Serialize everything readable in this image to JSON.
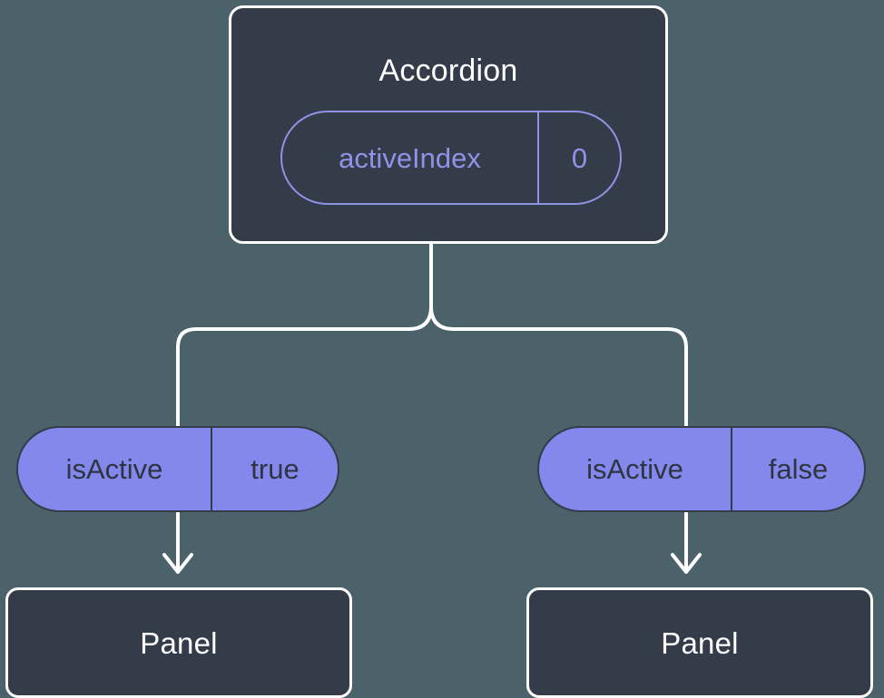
{
  "diagram": {
    "type": "component-state-tree",
    "background_color": "#4b626b",
    "node_fill_color": "#343b49",
    "node_stroke_color": "#ffffff",
    "pill_fill_color": "#8488ed",
    "pill_outline_color": "#8f93e8",
    "pill_text_color": "#2e3440",
    "edge_color": "#ffffff"
  },
  "root": {
    "title": "Accordion",
    "state": {
      "key": "activeIndex",
      "value": "0"
    }
  },
  "branches": [
    {
      "prop": {
        "key": "isActive",
        "value": "true"
      },
      "child": {
        "title": "Panel"
      }
    },
    {
      "prop": {
        "key": "isActive",
        "value": "false"
      },
      "child": {
        "title": "Panel"
      }
    }
  ]
}
